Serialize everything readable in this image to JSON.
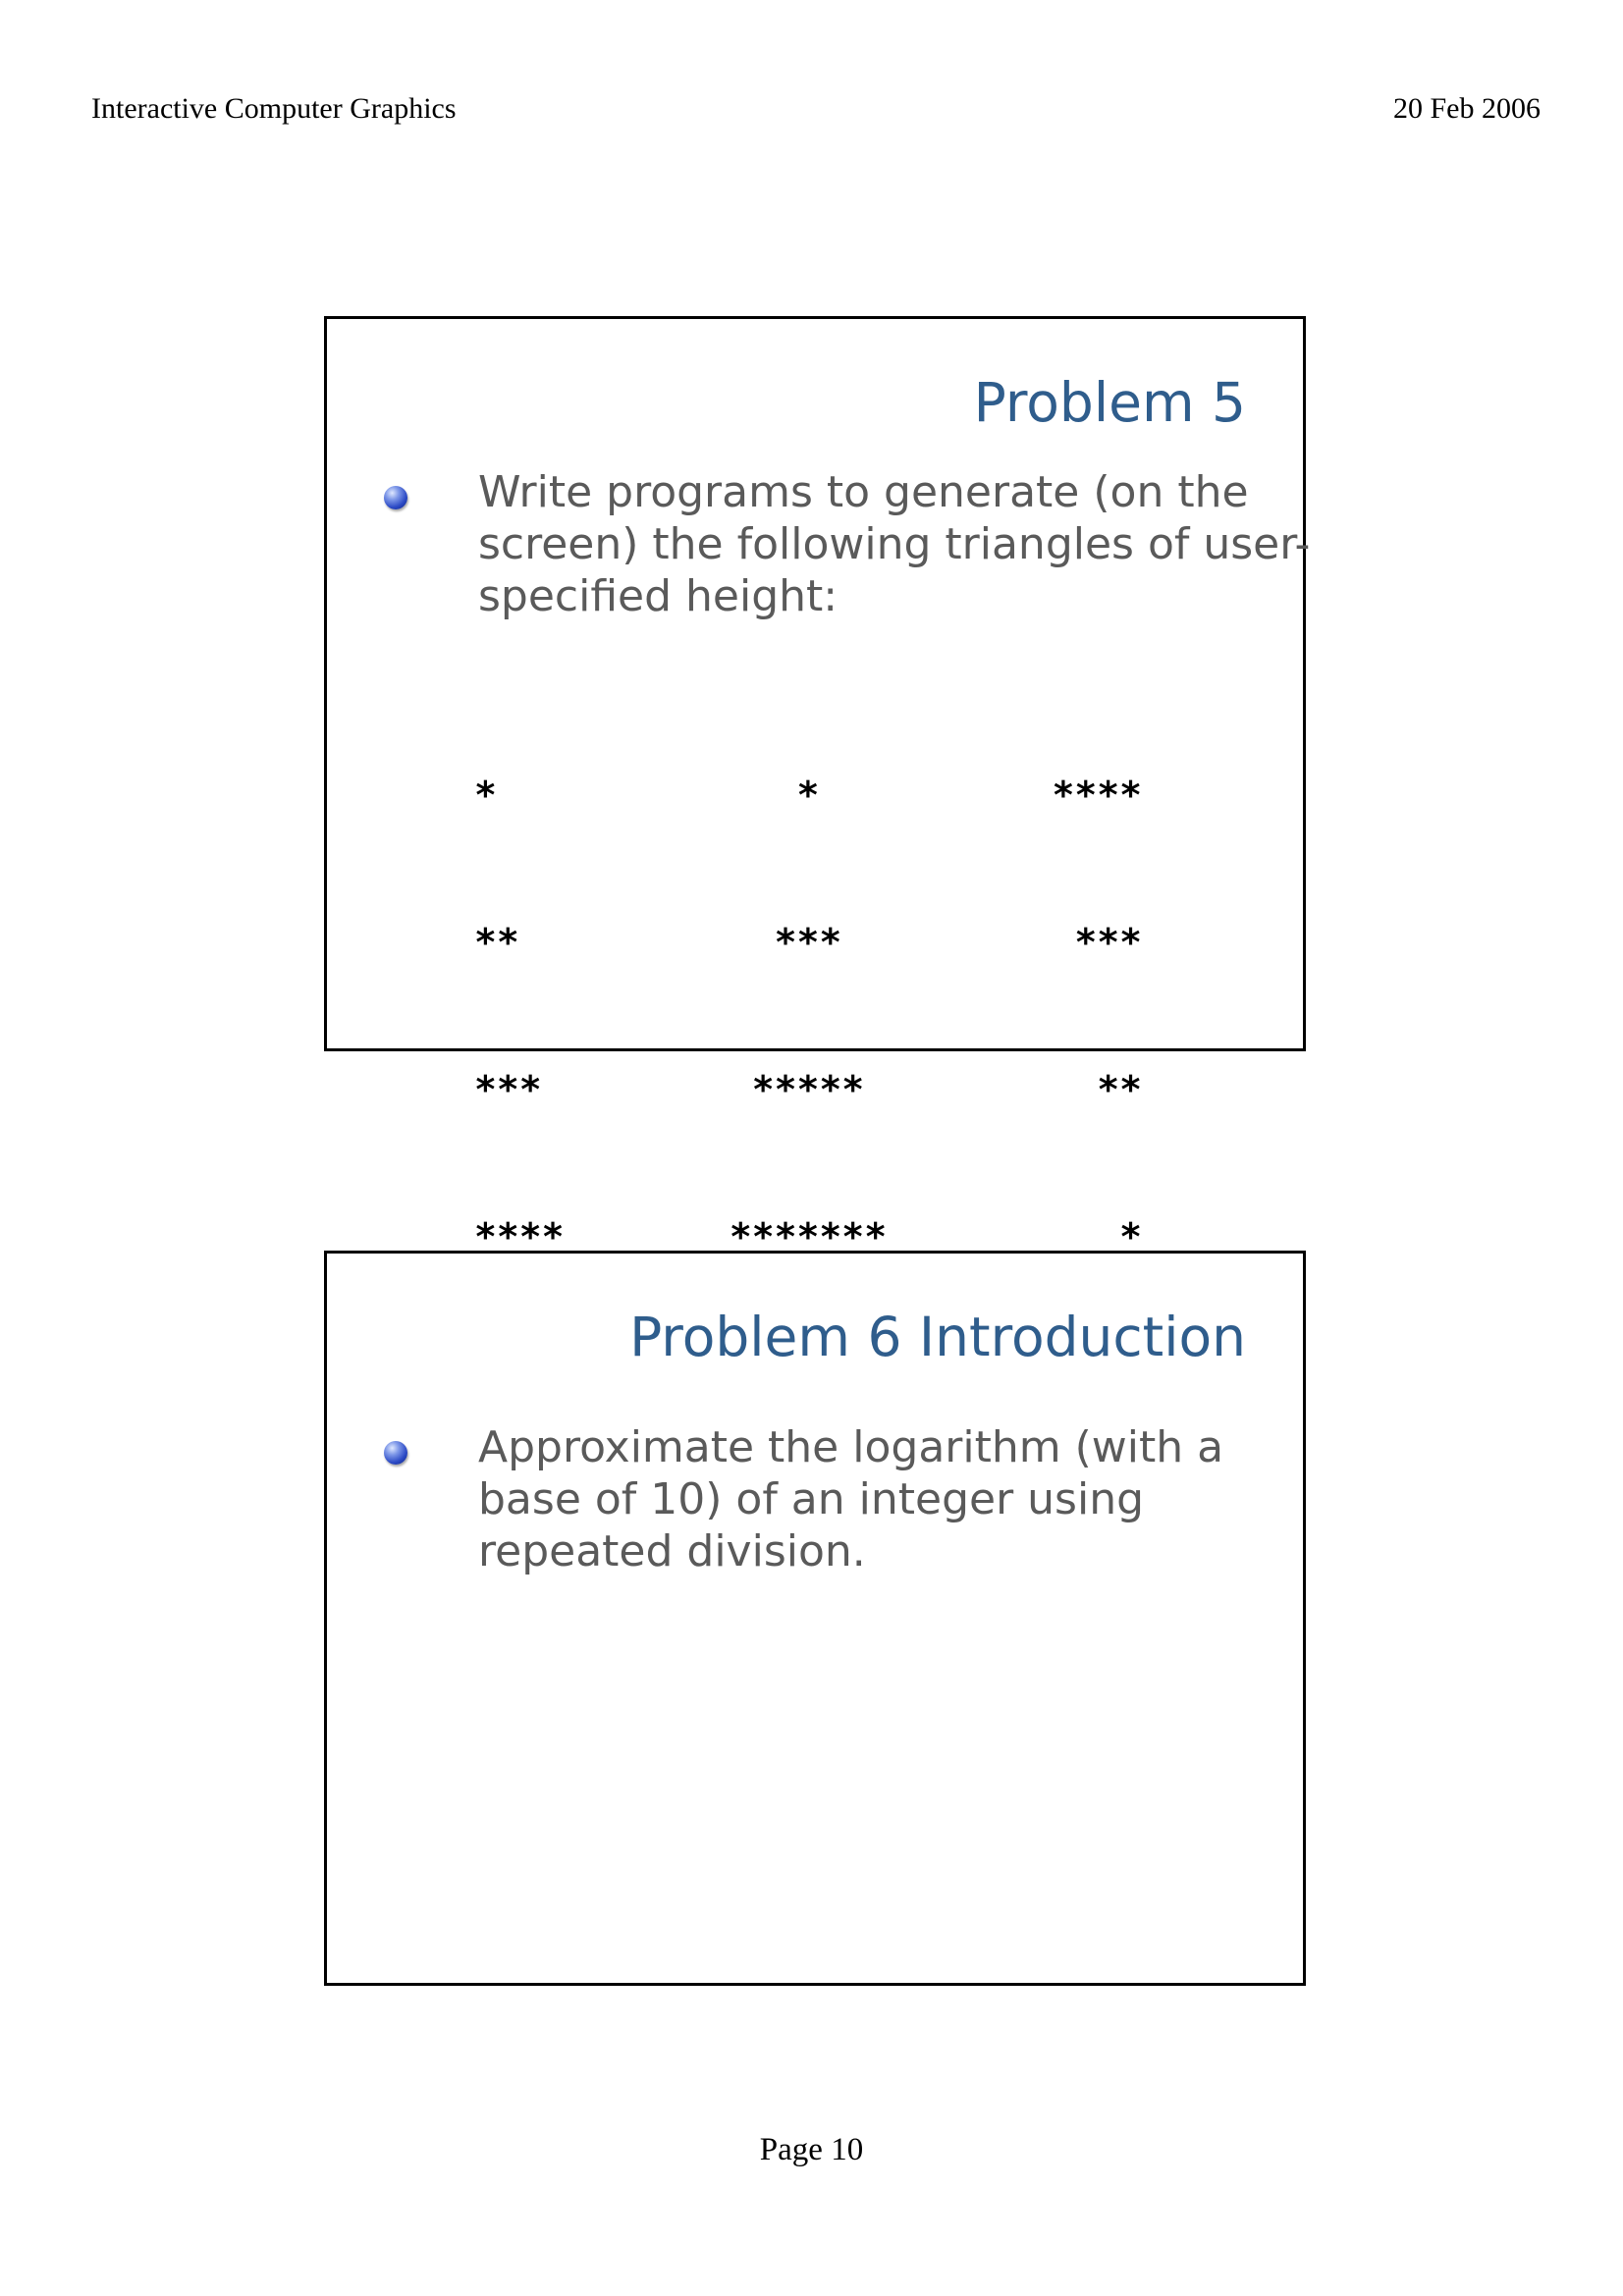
{
  "header": {
    "left": "Interactive Computer Graphics",
    "right": "20 Feb 2006"
  },
  "footer": {
    "page": "Page 10"
  },
  "slides": [
    {
      "title": "Problem 5",
      "bullet_lines": [
        "Write programs to generate (on the",
        "screen) the following triangles of user-",
        "specified height:"
      ],
      "triangles": {
        "left": [
          "*",
          "**",
          "***",
          "****"
        ],
        "center": [
          "*",
          "***",
          "*****",
          "*******"
        ],
        "right": [
          "****",
          "***",
          "**",
          "*"
        ]
      }
    },
    {
      "title": "Problem 6 Introduction",
      "bullet_lines": [
        "Approximate the logarithm (with a",
        "base of 10) of an integer using",
        "repeated division."
      ]
    }
  ],
  "colors": {
    "title": "#2f5d8c",
    "body_text": "#5a5a5a",
    "bullet": "#3050c8"
  },
  "icons": {
    "bullet": "blue-sphere-bullet-icon"
  }
}
